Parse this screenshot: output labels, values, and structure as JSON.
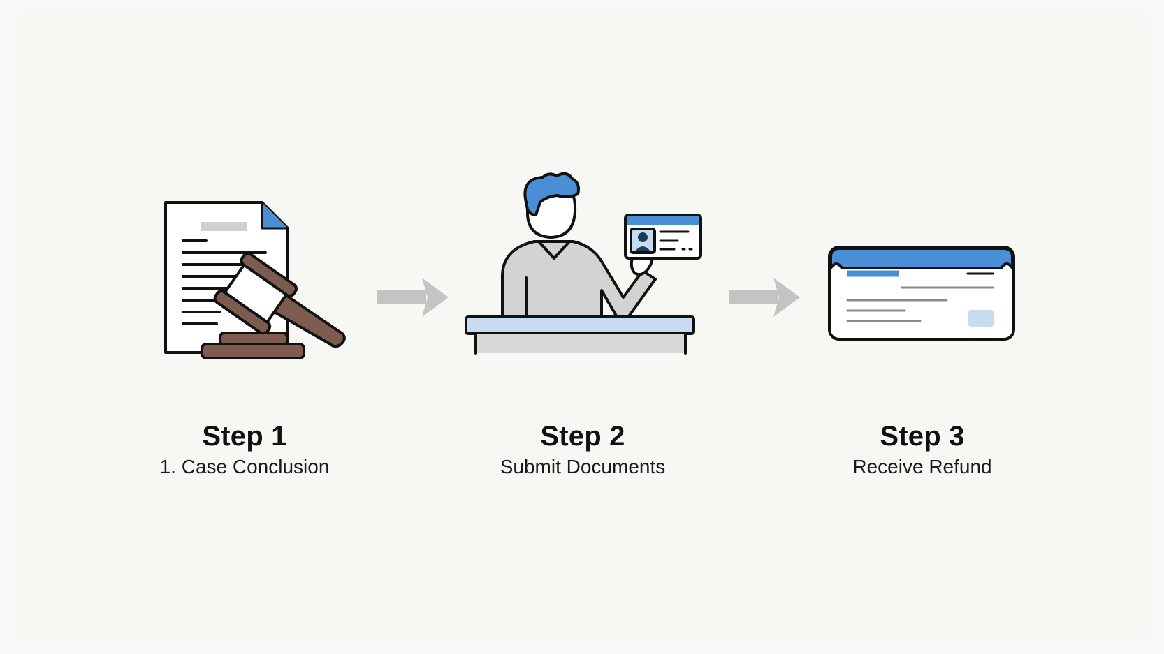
{
  "steps": [
    {
      "title": "Step 1",
      "subtitle": "1. Case Conclusion",
      "icon": "document-gavel-icon"
    },
    {
      "title": "Step 2",
      "subtitle": "Submit Documents",
      "icon": "person-id-card-icon"
    },
    {
      "title": "Step 3",
      "subtitle": "Receive Refund",
      "icon": "refund-card-icon"
    }
  ],
  "arrows": [
    "arrow-right-icon",
    "arrow-right-icon"
  ],
  "colors": {
    "background": "#f8f8f6",
    "blue": "#4a8fd6",
    "light_blue": "#c7dcf0",
    "gray": "#d3d3d3",
    "brown": "#7d5c4f",
    "outline": "#111111"
  }
}
